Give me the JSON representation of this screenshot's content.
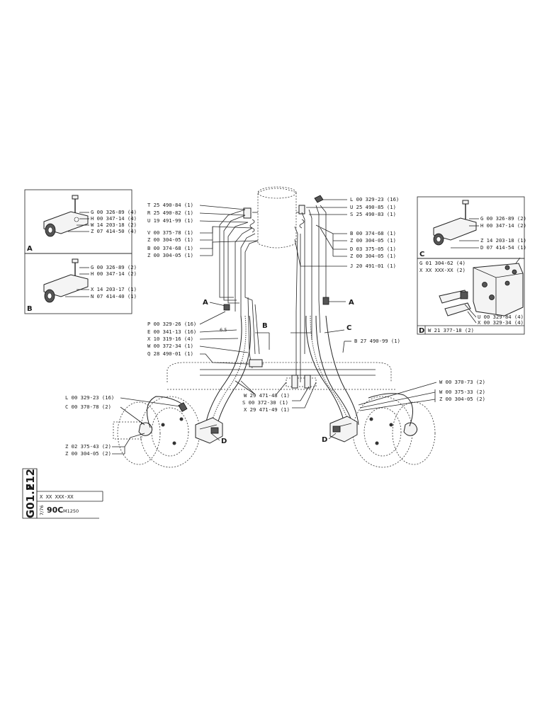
{
  "sheet": {
    "code_line1": "F12",
    "code_line2": "G01.2",
    "ref_no": "X XX XXX-XX",
    "model": "90C",
    "model_suffix": "M1250",
    "page_small": "7/76"
  },
  "insets": {
    "A": {
      "letter": "A",
      "labels": [
        "G 00 326-89 (4)",
        "H 00 347-14 (4)",
        "W 14 203-18 (2)",
        "Z 07 414-50 (4)"
      ]
    },
    "B": {
      "letter": "B",
      "labels": [
        "G 00 326-89 (2)",
        "H 00 347-14 (2)",
        "X 14 203-17 (1)",
        "N 07 414-40 (1)"
      ]
    },
    "C": {
      "letter": "C",
      "labels": [
        "G 00 326-89 (2)",
        "H 00 347-14 (2)",
        "Z 14 203-18 (1)",
        "D 07 414-54 (1)"
      ]
    },
    "D": {
      "letter": "D",
      "header": [
        "G 01 304-62 (4)",
        "X XX XXX-XX (2)"
      ],
      "labels": [
        "U 00 329-84 (4)",
        "X 00 329-34 (4)"
      ],
      "footer": "W 21 377-18 (2)"
    }
  },
  "left_upper_labels": [
    "T 25 490-84 (1)",
    "R 25 490-82 (1)",
    "U 19 491-99 (1)",
    "V 00 375-78 (1)",
    "Z 00 304-05 (1)",
    "B 00 374-68 (1)",
    "Z 00 304-05 (1)"
  ],
  "right_upper_labels": [
    "L 00 329-23 (16)",
    "U 25 490-85 (1)",
    "S 25 490-83 (1)",
    "B 00 374-68 (1)",
    "Z 00 304-05 (1)",
    "D 03 375-05 (1)",
    "Z 00 304-05 (1)",
    "J 20 491-01 (1)"
  ],
  "left_mid_labels": [
    "P 00 329-26 (16)",
    "E 00 341-13 (16)",
    "X 10 319-16 (4)",
    "W 00 372-34 (1)",
    "Q 28 490-01 (1)"
  ],
  "center_labels": [
    "W 29 471-48 (1)",
    "S 00 372-30 (1)",
    "X 29 471-49 (1)"
  ],
  "right_mid_labels": [
    "B 27 490-99 (1)",
    "W 00 370-73 (2)",
    "W 00 375-33 (2)",
    "Z 00 304-05 (2)"
  ],
  "left_lower_labels": [
    "L 00 329-23 (16)",
    "C 00 370-78 (2)",
    "Z 02 375-43 (2)",
    "Z 00 304-05 (2)"
  ],
  "view_letters": {
    "a_left": "A",
    "a_right": "A",
    "b": "B",
    "c": "C",
    "d_left": "D",
    "d_right": "D",
    "detail": "6.5"
  }
}
